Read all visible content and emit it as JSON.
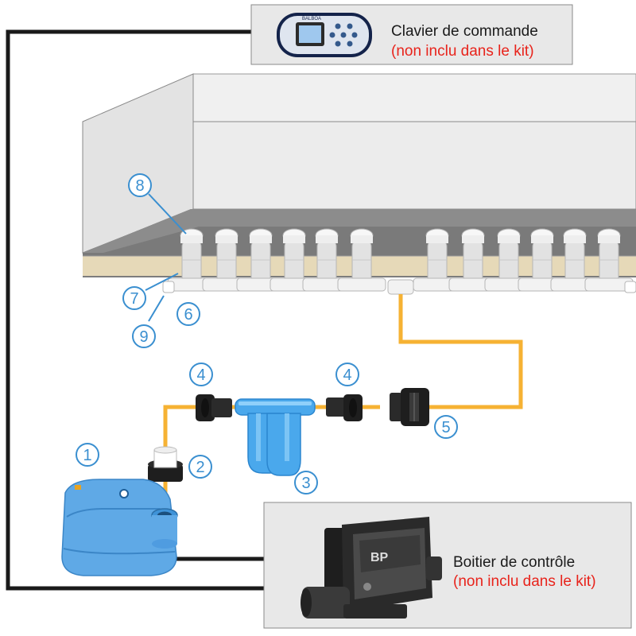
{
  "keypad": {
    "title": "Clavier de commande",
    "note": "(non inclu dans le kit)",
    "brand": "BALBOA"
  },
  "controller": {
    "title": "Boitier de contrôle",
    "note": "(non inclu dans le kit)",
    "brand": "BP"
  },
  "callouts": [
    "1",
    "2",
    "3",
    "4",
    "4",
    "5",
    "6",
    "7",
    "8",
    "9"
  ],
  "colors": {
    "water": "#6dcdf0",
    "pipe": "#f6b233",
    "cable": "#1a1a1a",
    "callout": "#3a8fd0",
    "note_red": "#e8231b",
    "blower": "#5fa9e6",
    "manifold": "#4aa8ec"
  }
}
